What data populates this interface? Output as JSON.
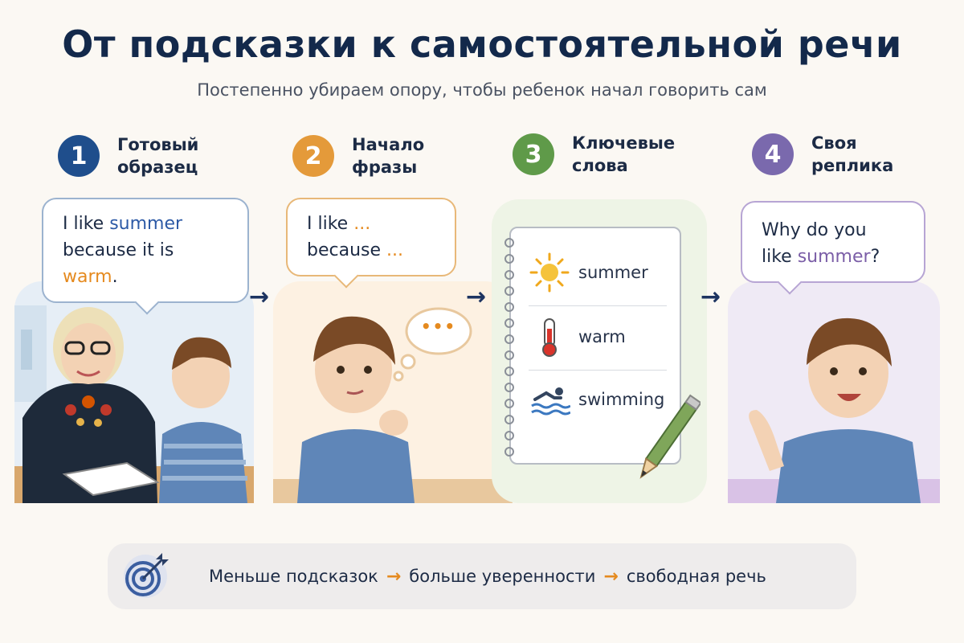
{
  "header": {
    "title": "От подсказки к самостоятельной речи",
    "subtitle": "Постепенно убираем опору, чтобы ребенок начал говорить сам"
  },
  "steps": [
    {
      "number": "1",
      "title": "Готовый\nобразец",
      "color": "#1f4e8c",
      "bubble": {
        "line1_a": "I like ",
        "line1_b": "summer",
        "line2_a": "because it is ",
        "line2_b": "warm",
        "line2_c": "."
      }
    },
    {
      "number": "2",
      "title": "Начало\nфразы",
      "color": "#e49a3a",
      "bubble": {
        "line1_a": "I like ",
        "line1_b": "...",
        "line2_a": "because ",
        "line2_b": "..."
      },
      "thought": "•••"
    },
    {
      "number": "3",
      "title": "Ключевые\nслова",
      "color": "#5f9a49",
      "keywords": [
        "summer",
        "warm",
        "swimming"
      ]
    },
    {
      "number": "4",
      "title": "Своя\nреплика",
      "color": "#7a69ad",
      "bubble": {
        "line1_a": "Why do you",
        "line2_a": "like ",
        "line2_b": "summer",
        "line2_c": "?"
      }
    }
  ],
  "arrows": [
    "→",
    "→",
    "→"
  ],
  "footer": {
    "part1": "Меньше подсказок",
    "part2": "больше уверенности",
    "part3": "свободная речь",
    "sep": "→"
  },
  "colors": {
    "panel1": "#e6eef6",
    "panel2": "#fdf1e2",
    "panel3": "#eef4e6",
    "panel4": "#efeaf5",
    "accent_orange": "#e58a1f",
    "accent_blue": "#2d5aa6",
    "accent_purple": "#7b5ea7"
  }
}
